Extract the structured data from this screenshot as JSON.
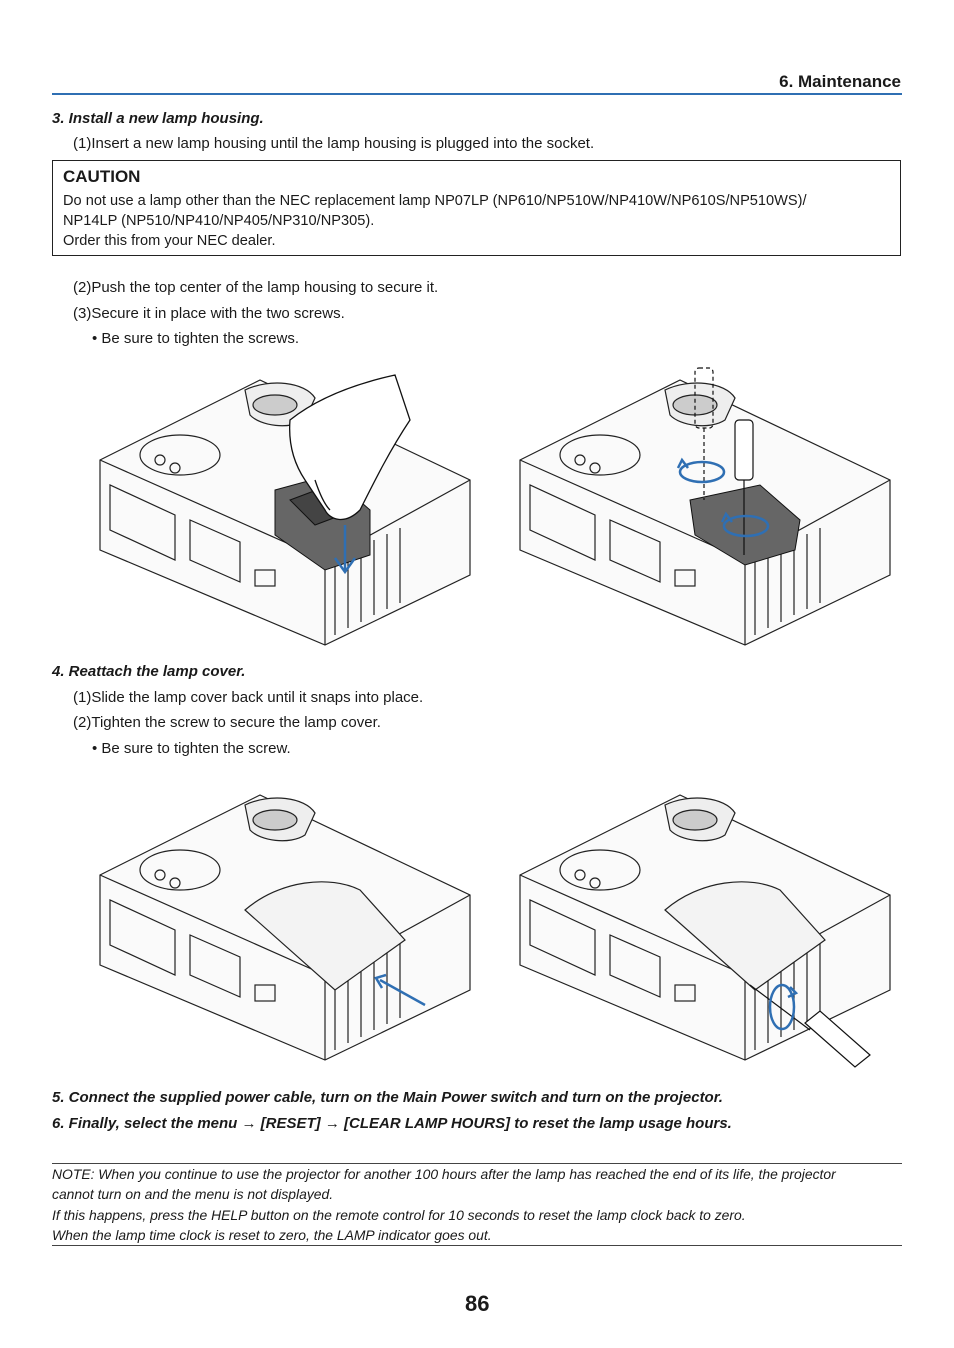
{
  "header": {
    "section_title": "6. Maintenance"
  },
  "step3": {
    "heading": "3.  Install a new lamp housing.",
    "sub1": "(1)Insert a new lamp housing until the lamp housing is plugged into the socket."
  },
  "caution": {
    "title": "CAUTION",
    "lines": [
      "Do not use a lamp other than the NEC replacement lamp NP07LP (NP610/NP510W/NP410W/NP610S/NP510WS)/",
      "NP14LP (NP510/NP410/NP405/NP310/NP305).",
      "Order this from your NEC dealer."
    ]
  },
  "step3b": {
    "sub2": "(2)Push the top center of the lamp housing to secure it.",
    "sub3": "(3)Secure it in place with the two screws.",
    "bullet": "• Be sure to tighten the screws."
  },
  "step4": {
    "heading": "4.  Reattach the lamp cover.",
    "sub1": "(1)Slide the lamp cover back until it snaps into place.",
    "sub2": "(2)Tighten the screw to secure the lamp cover.",
    "bullet": "• Be sure to tighten the screw."
  },
  "step5": {
    "heading": "5.  Connect the supplied power cable, turn on the Main Power switch and turn on the projector."
  },
  "step6": {
    "heading": "6.  Finally, select the menu → [RESET] → [CLEAR LAMP HOURS] to reset the lamp usage hours."
  },
  "note": {
    "lines": [
      "NOTE: When you continue to use the projector for another 100 hours after the lamp has reached the end of its life, the projector",
      "cannot turn on and the menu is not displayed.",
      "If this happens, press the HELP button on the remote control for 10 seconds to reset the lamp clock back to zero.",
      "When the lamp time clock is reset to zero, the LAMP indicator goes out."
    ]
  },
  "page": {
    "number": "86"
  },
  "colors": {
    "accent_rule": "#2f6fb3",
    "arrow": "#2f6fb3"
  },
  "icons": [
    "hand-icon",
    "screwdriver-icon",
    "rotate-arrow-icon",
    "push-arrow-icon"
  ]
}
